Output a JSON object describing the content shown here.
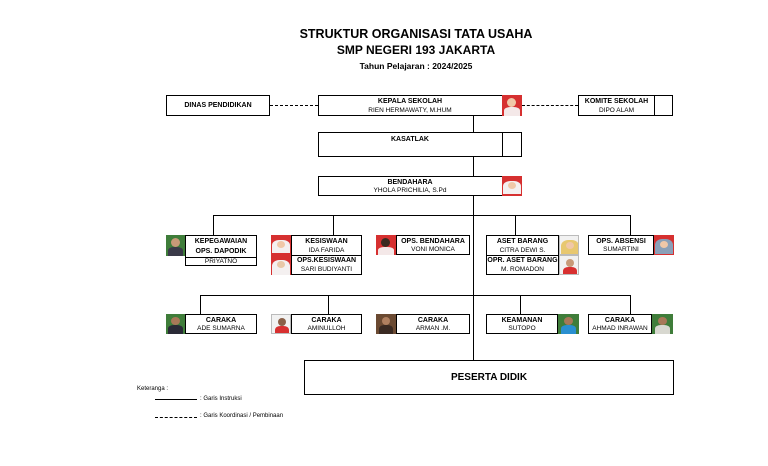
{
  "header": {
    "title": "STRUKTUR ORGANISASI TATA USAHA",
    "school": "SMP NEGERI 193 JAKARTA",
    "year": "Tahun Pelajaran : 2024/2025"
  },
  "dinas": {
    "label": "DINAS PENDIDIKAN"
  },
  "kepala": {
    "label": "KEPALA SEKOLAH",
    "name": "RIEN HERMAWATY, M.HUM"
  },
  "komite": {
    "label": "KOMITE SEKOLAH",
    "name": "DIPO ALAM"
  },
  "kasatlak": {
    "label": "KASATLAK"
  },
  "bendahara": {
    "label": "BENDAHARA",
    "name": "YHOLA PRICHILIA, S.Pd"
  },
  "kepegawaian": {
    "label1": "KEPEGAWAIAN",
    "label2": "OPS. DAPODIK",
    "name": "PRIYATNO"
  },
  "kesiswaan": {
    "label": "KESISWAAN",
    "name": "IDA FARIDA",
    "ops_label": "OPS.KESISWAAN",
    "ops_name": "SARI BUDIYANTI"
  },
  "ops_bendahara": {
    "label": "OPS. BENDAHARA",
    "name": "VONI MONICA"
  },
  "aset": {
    "label": "ASET BARANG",
    "name": "CITRA DEWI S.",
    "ops_label": "OPR. ASET BARANG",
    "ops_name": "M. ROMADON"
  },
  "absensi": {
    "label": "OPS. ABSENSI",
    "name": "SUMARTINI"
  },
  "caraka1": {
    "label": "CARAKA",
    "name": "ADE SUMARNA"
  },
  "caraka2": {
    "label": "CARAKA",
    "name": "AMINULLOH"
  },
  "caraka3": {
    "label": "CARAKA",
    "name": "ARMAN .M."
  },
  "keamanan": {
    "label": "KEAMANAN",
    "name": "SUTOPO"
  },
  "caraka4": {
    "label": "CARAKA",
    "name": "AHMAD INRAWAN"
  },
  "peserta": {
    "label": "PESERTA DIDIK"
  },
  "legend": {
    "title": "Keteranga :",
    "solid": ": Garis Instruksi",
    "dashed": ": Garis Koordinasi / Pembinaan"
  },
  "colors": {
    "photo_red": "#d63030",
    "photo_green": "#3f7d3a",
    "photo_brown": "#6b4a32"
  }
}
